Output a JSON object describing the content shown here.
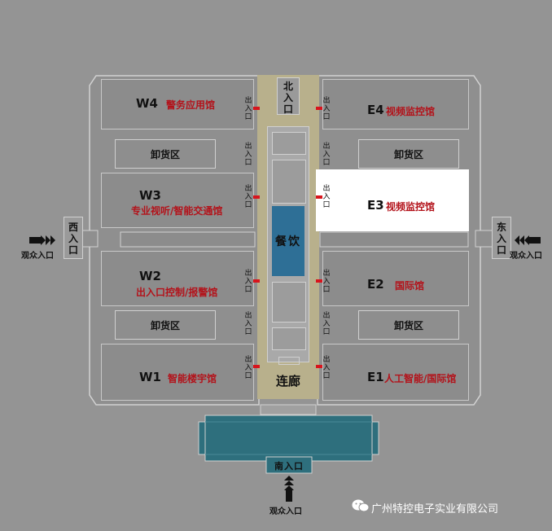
{
  "halls": [
    {
      "code": "W4",
      "name": "警务应用馆"
    },
    {
      "code": "W3",
      "name": "专业视听/智能交通馆"
    },
    {
      "code": "W2",
      "name": "出入口控制/报警馆"
    },
    {
      "code": "W1",
      "name": "智能楼宇馆"
    },
    {
      "code": "E4",
      "name": "视频监控馆"
    },
    {
      "code": "E3",
      "name": "视频监控馆"
    },
    {
      "code": "E2",
      "name": "国际馆"
    },
    {
      "code": "E1",
      "name": "人工智能/国际馆"
    }
  ],
  "unloading_area": "卸货区",
  "exit_label": "出入口",
  "dining": "餐饮",
  "corridor": "连廊",
  "entrances": {
    "north": "北入口",
    "south": "南入口",
    "west": "西入口",
    "east": "东入口",
    "visitor": "观众入口"
  },
  "watermark": "广州特控电子实业有限公司",
  "colors": {
    "hall_name": "#b3121a",
    "corridor": "#b8b08c",
    "dining": "#2e6f96",
    "south_building": "#2e6f7d",
    "highlight": "#ffffff",
    "door": "#d8141c"
  }
}
